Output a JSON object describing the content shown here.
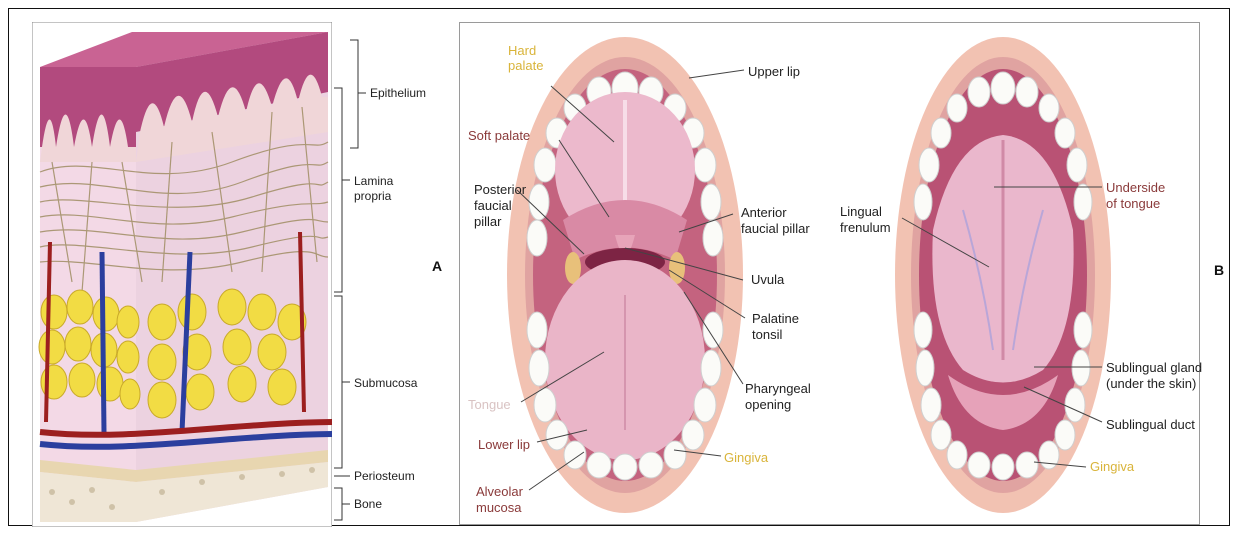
{
  "panel_a": {
    "letter": "A",
    "labels": {
      "epithelium": "Epithelium",
      "lamina1": "Lamina",
      "lamina2": "propria",
      "submucosa": "Submucosa",
      "periosteum": "Periosteum",
      "bone": "Bone"
    }
  },
  "panel_open": {
    "hard1": "Hard",
    "hard2": "palate",
    "upper_lip": "Upper lip",
    "soft_palate": "Soft palate",
    "post1": "Posterior",
    "post2": "faucial",
    "post3": "pillar",
    "ant1": "Anterior",
    "ant2": "faucial pillar",
    "uvula": "Uvula",
    "pal1": "Palatine",
    "pal2": "tonsil",
    "phar1": "Pharyngeal",
    "phar2": "opening",
    "tongue": "Tongue",
    "lower_lip": "Lower lip",
    "gingiva": "Gingiva",
    "alv1": "Alveolar",
    "alv2": "mucosa"
  },
  "panel_b": {
    "letter": "B",
    "lingual1": "Lingual",
    "lingual2": "frenulum",
    "under1": "Underside",
    "under2": "of tongue",
    "subg1": "Sublingual gland",
    "subg2": "(under the skin)",
    "subduct": "Sublingual duct",
    "gingiva": "Gingiva"
  },
  "colors": {
    "epithelium": "#b24a7e",
    "fat": "#f2dc44",
    "artery": "#9c1f1f",
    "vein": "#2b3f9e",
    "mucosa": "#e8a9bd",
    "lip": "#f2c2b2"
  }
}
